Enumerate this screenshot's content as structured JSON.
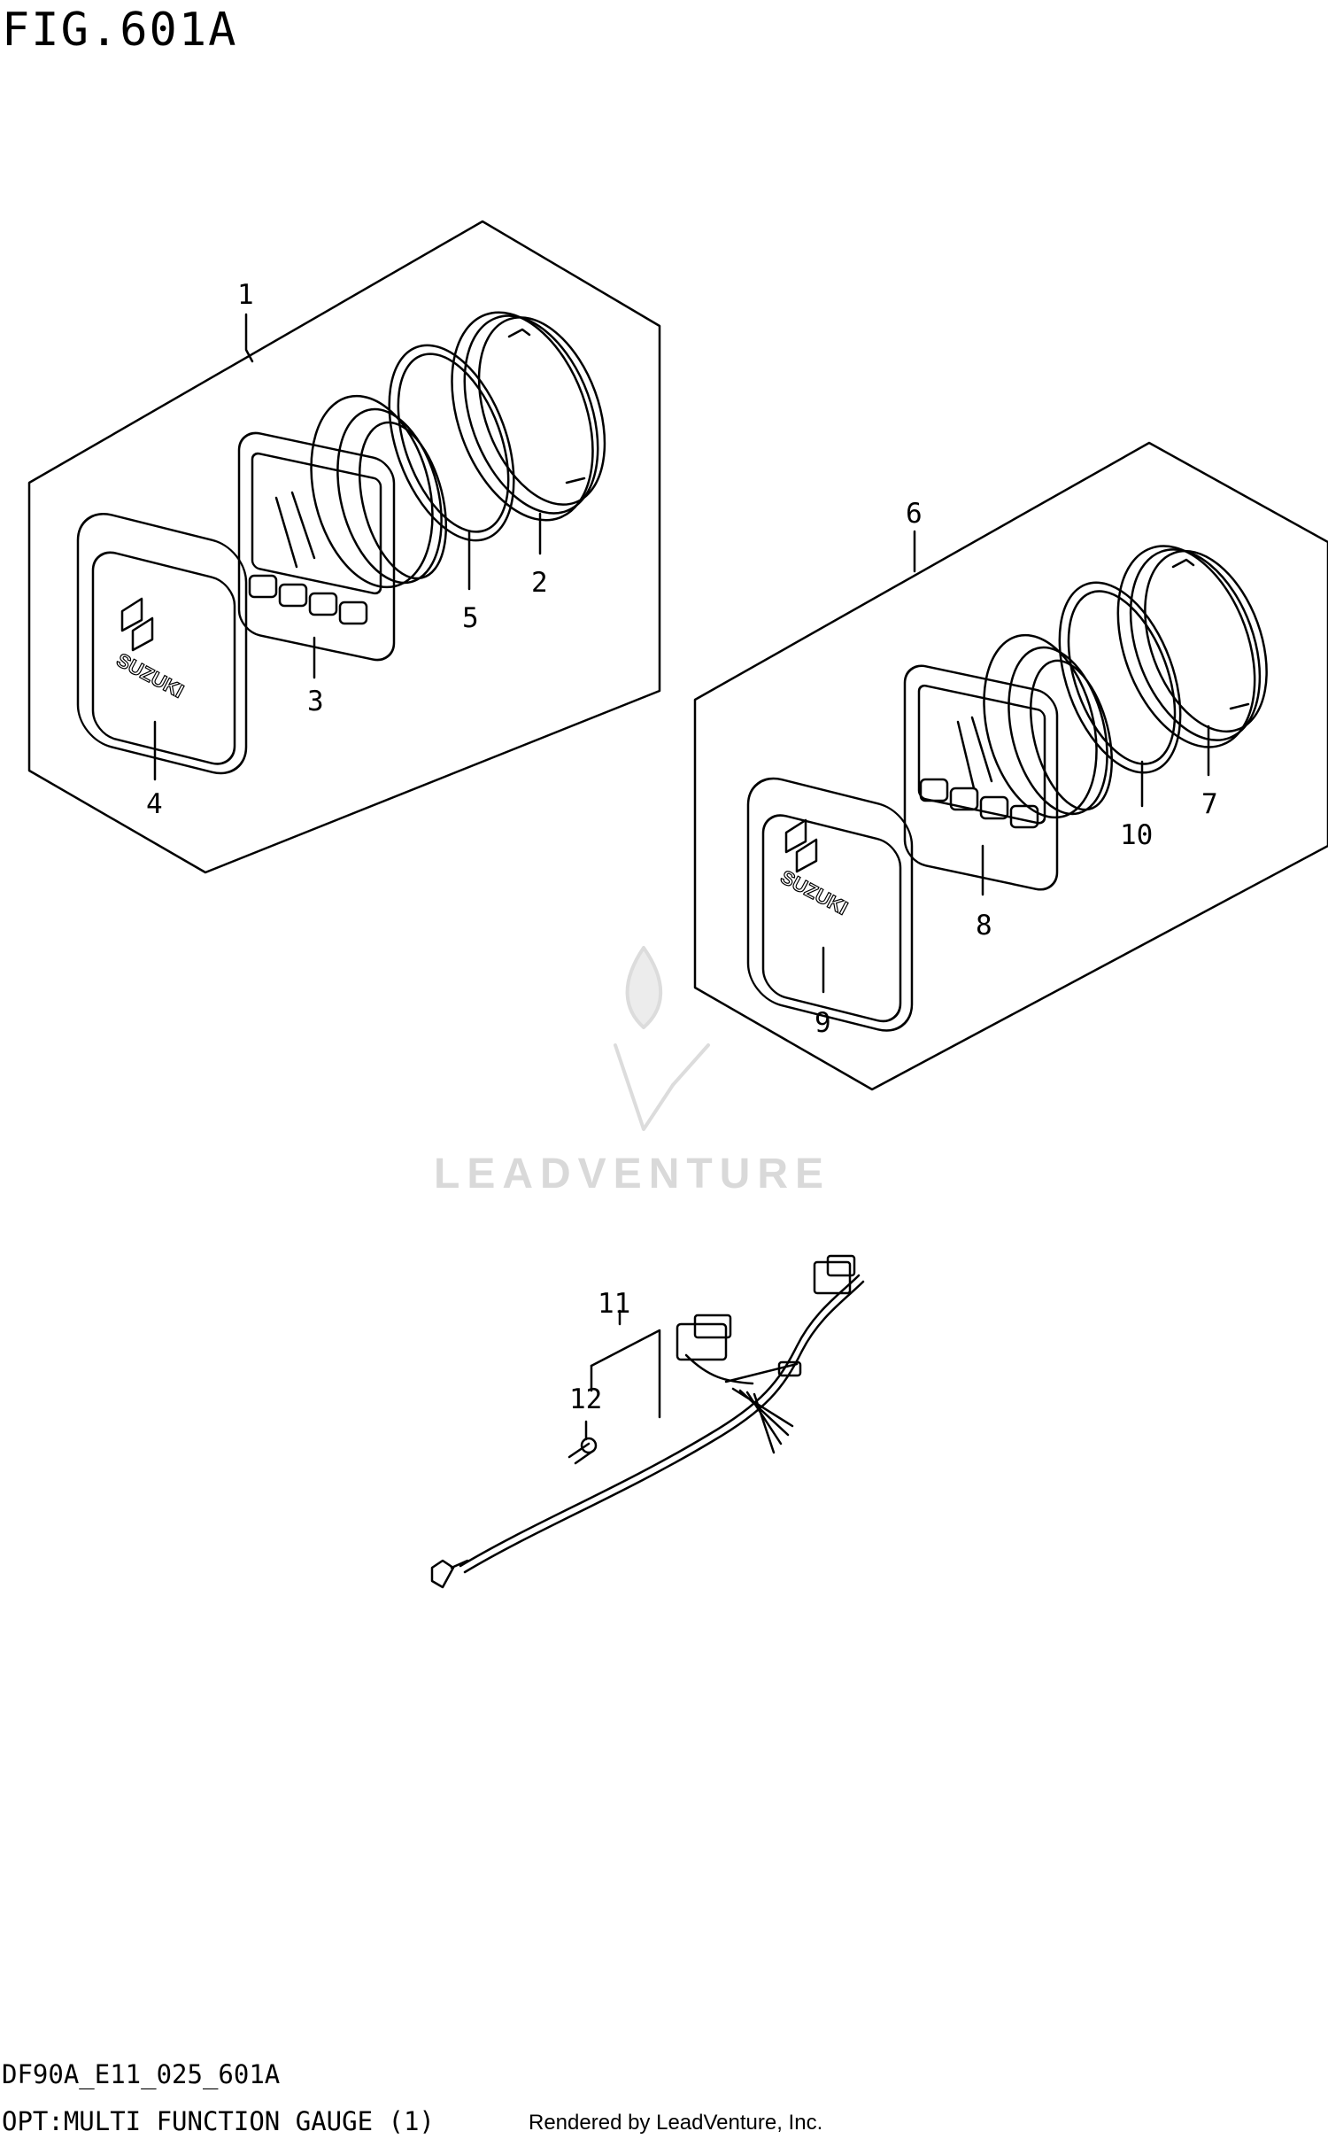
{
  "header": {
    "figure_title": "FIG.601A"
  },
  "footer": {
    "model_code": "DF90A_E11_025_601A",
    "caption": "OPT:MULTI FUNCTION GAUGE (1)",
    "render_credit": "Rendered by LeadVenture, Inc."
  },
  "watermark": {
    "brand_text": "LEADVENTURE"
  },
  "parts": {
    "gauge_face_logo": "SUZUKI",
    "callouts": [
      "1",
      "2",
      "3",
      "4",
      "5",
      "6",
      "7",
      "8",
      "9",
      "10",
      "11",
      "12"
    ]
  },
  "colors": {
    "line": "#000000",
    "watermark": "#d9d9d9",
    "background": "#ffffff"
  }
}
